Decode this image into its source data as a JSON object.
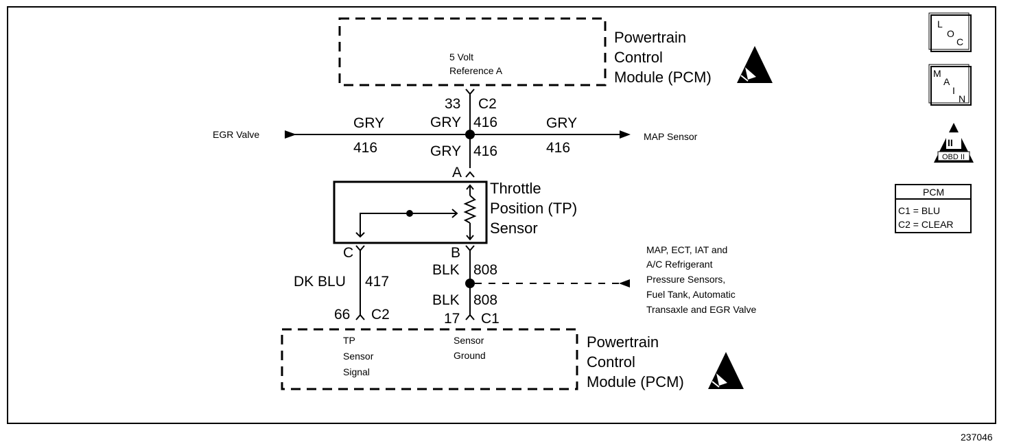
{
  "pcm_top": {
    "title_line1": "Powertrain",
    "title_line2": "Control",
    "title_line3": "Module (PCM)",
    "pin_label_line1": "5 Volt",
    "pin_label_line2": "Reference A"
  },
  "pcm_bottom": {
    "title_line1": "Powertrain",
    "title_line2": "Control",
    "title_line3": "Module (PCM)",
    "tp_label_line1": "TP",
    "tp_label_line2": "Sensor",
    "tp_label_line3": "Signal",
    "ground_label_line1": "Sensor",
    "ground_label_line2": "Ground"
  },
  "ref_circuit": {
    "pin": "33",
    "connector": "C2",
    "color_upper": "GRY",
    "circuit_upper": "416",
    "color_lower": "GRY",
    "circuit_lower": "416",
    "left_color": "GRY",
    "left_circuit": "416",
    "right_color": "GRY",
    "right_circuit": "416",
    "left_destination": "EGR Valve",
    "right_destination": "MAP Sensor",
    "sensor_terminal": "A"
  },
  "tp_sensor": {
    "name_line1": "Throttle",
    "name_line2": "Position (TP)",
    "name_line3": "Sensor",
    "terminal_signal": "C",
    "terminal_ground": "B"
  },
  "signal_circuit": {
    "color": "DK BLU",
    "circuit": "417",
    "pin": "66",
    "connector": "C2"
  },
  "ground_circuit": {
    "color_upper": "BLK",
    "circuit_upper": "808",
    "color_lower": "BLK",
    "circuit_lower": "808",
    "pin": "17",
    "connector": "C1",
    "shared_line1": "MAP, ECT, IAT and",
    "shared_line2": "A/C Refrigerant",
    "shared_line3": "Pressure Sensors,",
    "shared_line4": "Fuel Tank, Automatic",
    "shared_line5": "Transaxle and EGR Valve"
  },
  "legend": {
    "loc_l": "L",
    "loc_o": "O",
    "loc_c": "C",
    "main_m": "M",
    "main_a": "A",
    "main_i": "I",
    "main_n": "N",
    "obd_numeral": "II",
    "obd_label": "OBD II",
    "pcm_table_title": "PCM",
    "pcm_table_row1": "C1 = BLU",
    "pcm_table_row2": "C2 = CLEAR"
  },
  "figure_number": "237046"
}
